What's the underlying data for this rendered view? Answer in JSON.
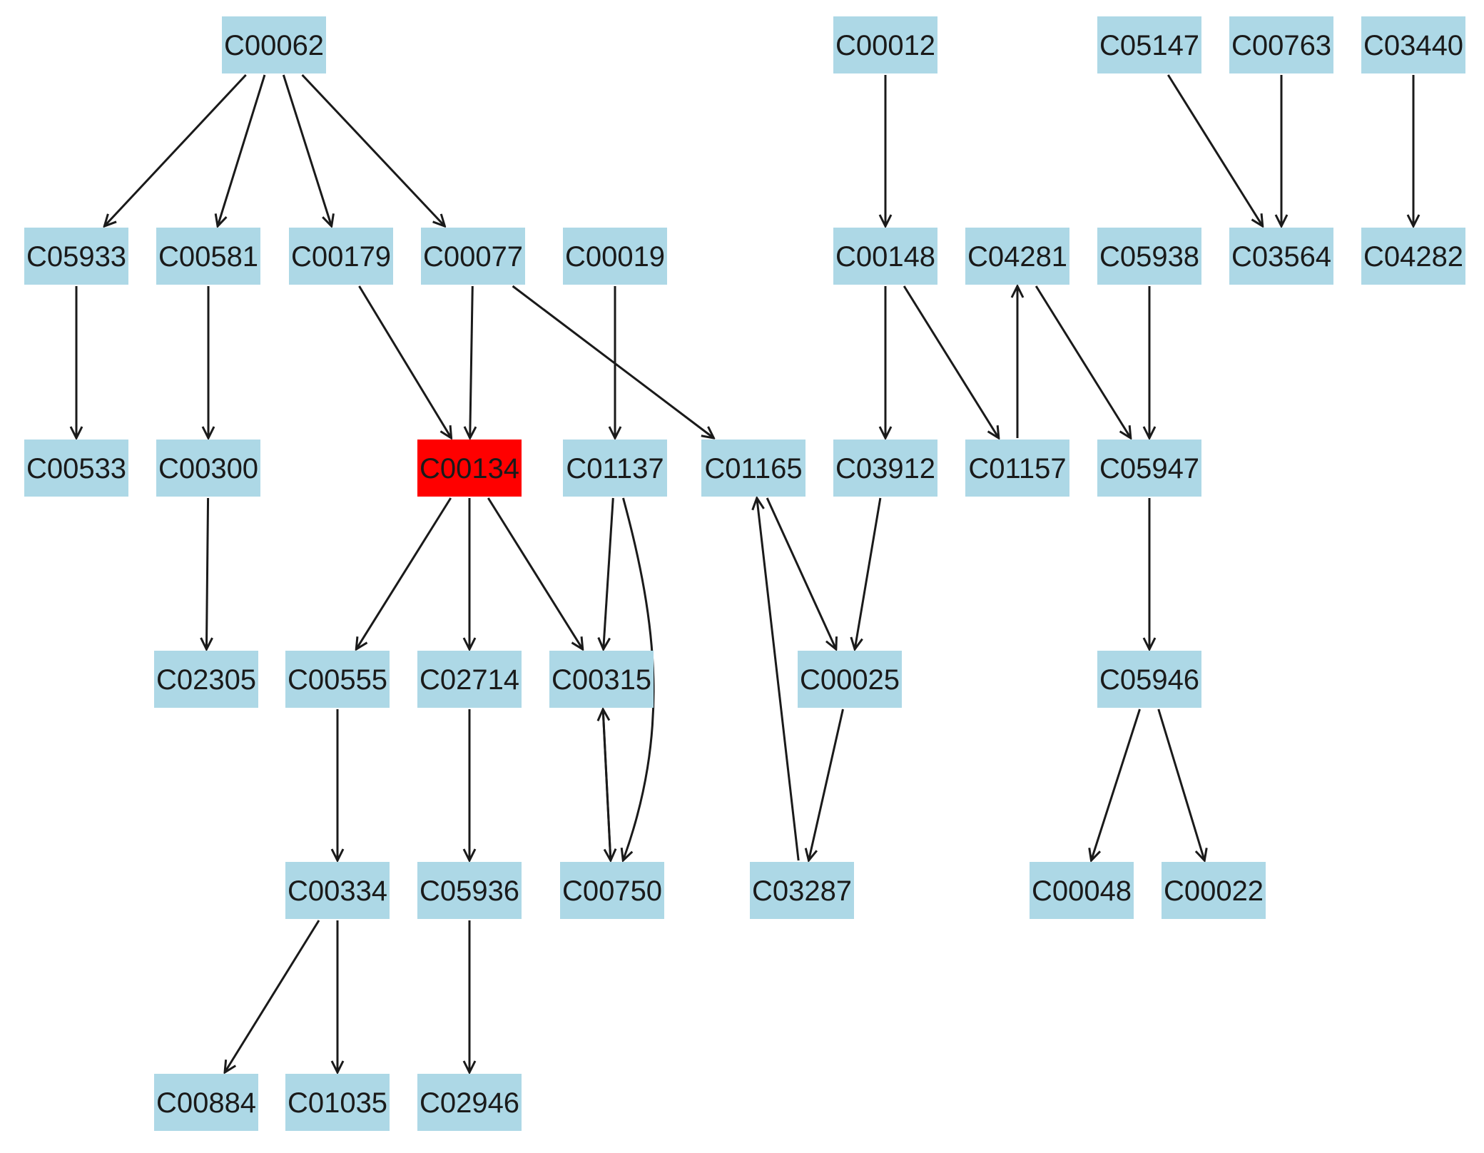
{
  "colors": {
    "node_fill": "#add8e6",
    "highlight_fill": "#ff0000",
    "edge": "#1a1a1a",
    "background": "#ffffff"
  },
  "nodes": [
    {
      "id": "C00062"
    },
    {
      "id": "C00012"
    },
    {
      "id": "C05147"
    },
    {
      "id": "C00763"
    },
    {
      "id": "C03440"
    },
    {
      "id": "C05933"
    },
    {
      "id": "C00581"
    },
    {
      "id": "C00179"
    },
    {
      "id": "C00077"
    },
    {
      "id": "C00019"
    },
    {
      "id": "C00148"
    },
    {
      "id": "C04281"
    },
    {
      "id": "C05938"
    },
    {
      "id": "C03564"
    },
    {
      "id": "C04282"
    },
    {
      "id": "C00533"
    },
    {
      "id": "C00300"
    },
    {
      "id": "C00134",
      "highlight": true
    },
    {
      "id": "C01137"
    },
    {
      "id": "C01165"
    },
    {
      "id": "C03912"
    },
    {
      "id": "C01157"
    },
    {
      "id": "C05947"
    },
    {
      "id": "C02305"
    },
    {
      "id": "C00555"
    },
    {
      "id": "C02714"
    },
    {
      "id": "C00315"
    },
    {
      "id": "C00025"
    },
    {
      "id": "C05946"
    },
    {
      "id": "C00334"
    },
    {
      "id": "C05936"
    },
    {
      "id": "C00750"
    },
    {
      "id": "C03287"
    },
    {
      "id": "C00048"
    },
    {
      "id": "C00022"
    },
    {
      "id": "C00884"
    },
    {
      "id": "C01035"
    },
    {
      "id": "C02946"
    }
  ],
  "edges": [
    {
      "from": "C00062",
      "to": "C05933"
    },
    {
      "from": "C00062",
      "to": "C00581"
    },
    {
      "from": "C00062",
      "to": "C00179"
    },
    {
      "from": "C00062",
      "to": "C00077"
    },
    {
      "from": "C00012",
      "to": "C00148"
    },
    {
      "from": "C05147",
      "to": "C03564"
    },
    {
      "from": "C00763",
      "to": "C03564"
    },
    {
      "from": "C03440",
      "to": "C04282"
    },
    {
      "from": "C05933",
      "to": "C00533"
    },
    {
      "from": "C00581",
      "to": "C00300"
    },
    {
      "from": "C00179",
      "to": "C00134"
    },
    {
      "from": "C00077",
      "to": "C00134"
    },
    {
      "from": "C00077",
      "to": "C01165"
    },
    {
      "from": "C00019",
      "to": "C01137"
    },
    {
      "from": "C00148",
      "to": "C03912"
    },
    {
      "from": "C00148",
      "to": "C01157"
    },
    {
      "from": "C01157",
      "to": "C04281"
    },
    {
      "from": "C04281",
      "to": "C05947"
    },
    {
      "from": "C05938",
      "to": "C05947"
    },
    {
      "from": "C00300",
      "to": "C02305"
    },
    {
      "from": "C00134",
      "to": "C00555"
    },
    {
      "from": "C00134",
      "to": "C02714"
    },
    {
      "from": "C00134",
      "to": "C00315"
    },
    {
      "from": "C01137",
      "to": "C00315"
    },
    {
      "from": "C01137",
      "to": "C00750",
      "curved": true
    },
    {
      "from": "C01165",
      "to": "C00025"
    },
    {
      "from": "C03912",
      "to": "C00025"
    },
    {
      "from": "C05947",
      "to": "C05946"
    },
    {
      "from": "C00555",
      "to": "C00334"
    },
    {
      "from": "C02714",
      "to": "C05936"
    },
    {
      "from": "C00750",
      "to": "C00315"
    },
    {
      "from": "C00315",
      "to": "C00750"
    },
    {
      "from": "C00025",
      "to": "C03287"
    },
    {
      "from": "C03287",
      "to": "C01165"
    },
    {
      "from": "C05946",
      "to": "C00048"
    },
    {
      "from": "C05946",
      "to": "C00022"
    },
    {
      "from": "C00334",
      "to": "C00884"
    },
    {
      "from": "C00334",
      "to": "C01035"
    },
    {
      "from": "C05936",
      "to": "C02946"
    }
  ]
}
